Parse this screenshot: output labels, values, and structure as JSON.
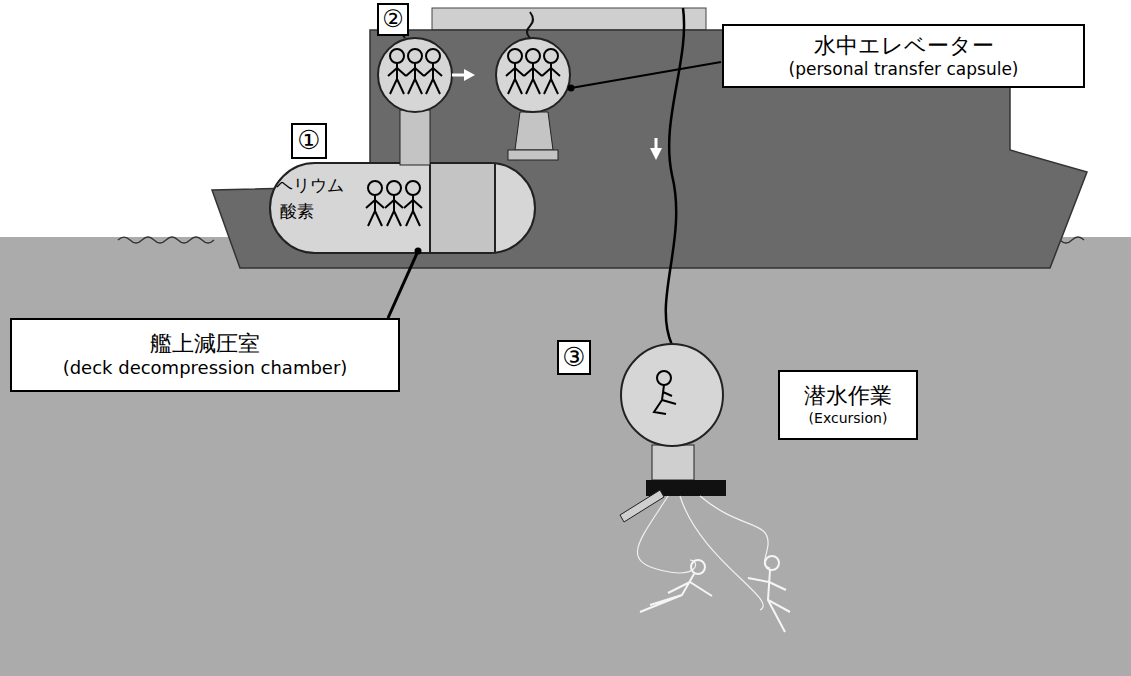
{
  "diagram": {
    "nodes": [
      {
        "text": [
          "②"
        ]
      },
      {
        "text": [
          "水中エレベーター",
          "(personal transfer capsule)"
        ]
      },
      {
        "text": [
          "①"
        ]
      },
      {
        "text": [
          "ヘリウム",
          "酸素"
        ]
      },
      {
        "text": [
          "艦上減圧室",
          "(deck decompression chamber)"
        ]
      },
      {
        "text": [
          "③"
        ]
      },
      {
        "text": [
          "潜水作業",
          "(Excursion)"
        ]
      }
    ],
    "edges": [
      {
        "from": 4,
        "to": 3,
        "arrow": "none"
      }
    ]
  }
}
